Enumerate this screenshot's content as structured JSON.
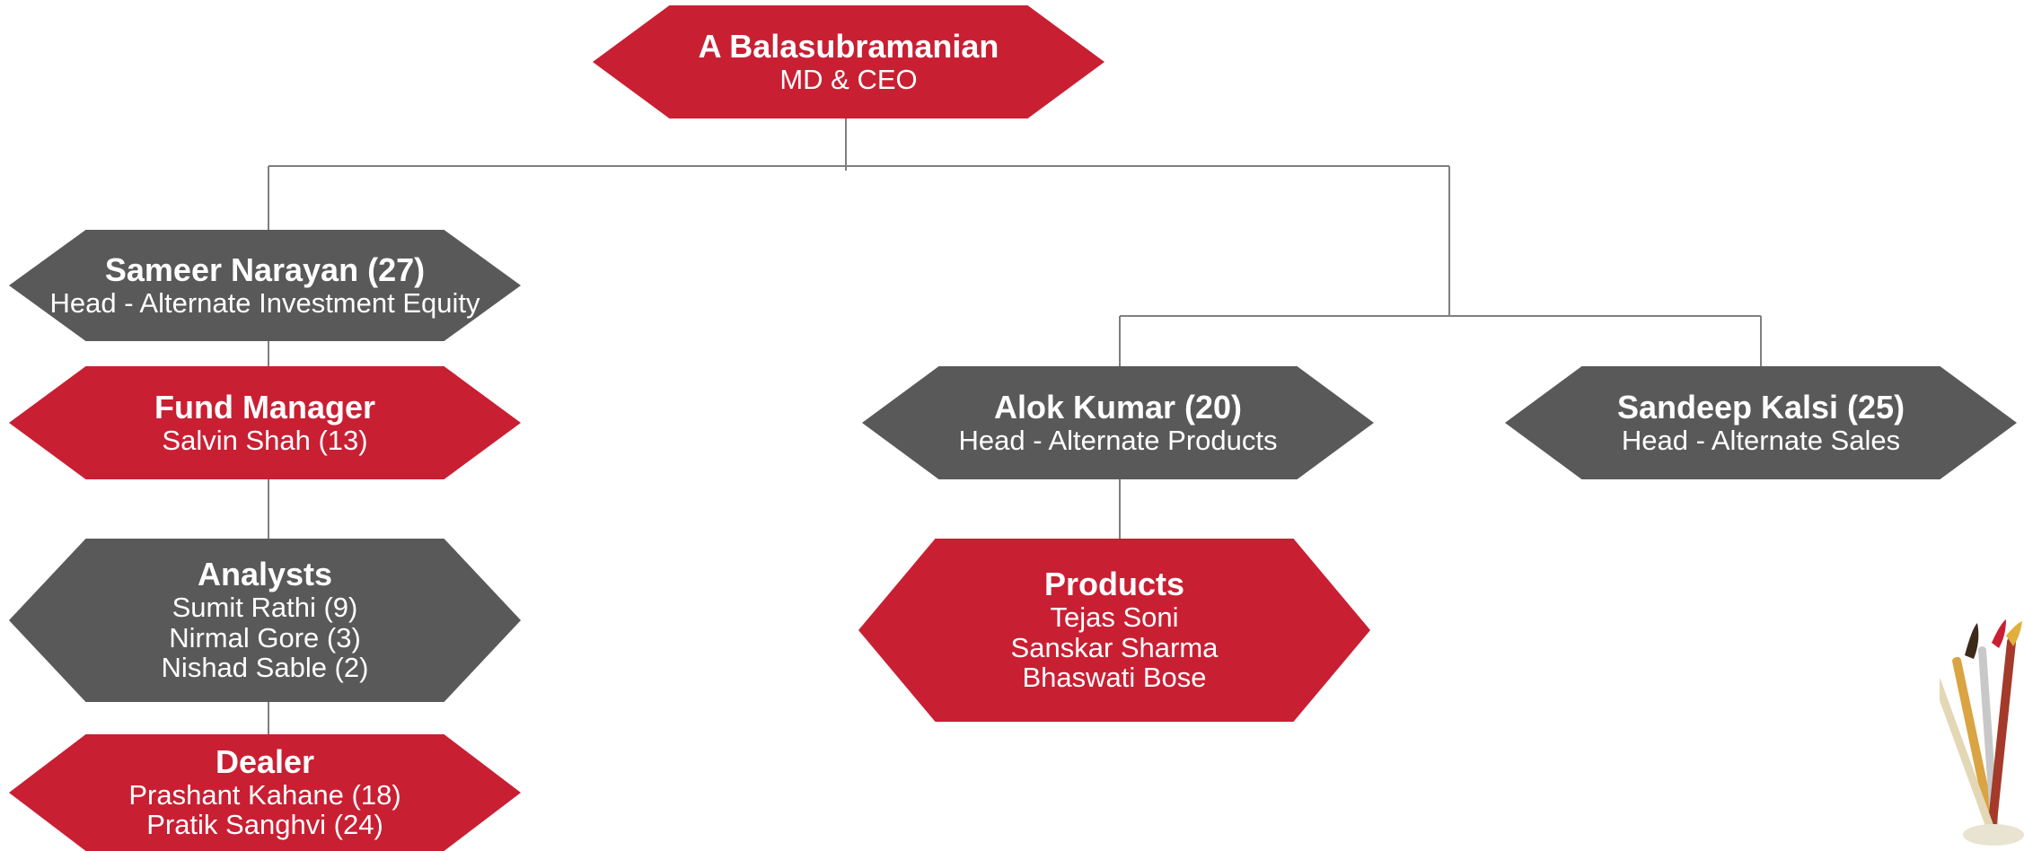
{
  "nodes": {
    "ceo": {
      "title": "A Balasubramanian",
      "sub": "MD & CEO"
    },
    "sameer": {
      "title": "Sameer Narayan (27)",
      "sub": "Head - Alternate Investment Equity"
    },
    "fund_manager": {
      "title": "Fund Manager",
      "lines": [
        "Salvin Shah (13)"
      ]
    },
    "analysts": {
      "title": "Analysts",
      "lines": [
        "Sumit Rathi (9)",
        "Nirmal Gore (3)",
        "Nishad Sable (2)"
      ]
    },
    "dealer": {
      "title": "Dealer",
      "lines": [
        "Prashant Kahane (18)",
        "Pratik Sanghvi (24)"
      ]
    },
    "alok": {
      "title": "Alok Kumar (20)",
      "sub": "Head - Alternate Products"
    },
    "products": {
      "title": "Products",
      "lines": [
        "Tejas Soni",
        "Sanskar Sharma",
        "Bhaswati Bose"
      ]
    },
    "sandeep": {
      "title": "Sandeep Kalsi (25)",
      "sub": "Head - Alternate Sales"
    }
  },
  "colors": {
    "red": "#c91f33",
    "grey": "#595959",
    "connector": "#7f7f7f"
  },
  "decoration": {
    "icon": "paintbrushes-icon"
  }
}
